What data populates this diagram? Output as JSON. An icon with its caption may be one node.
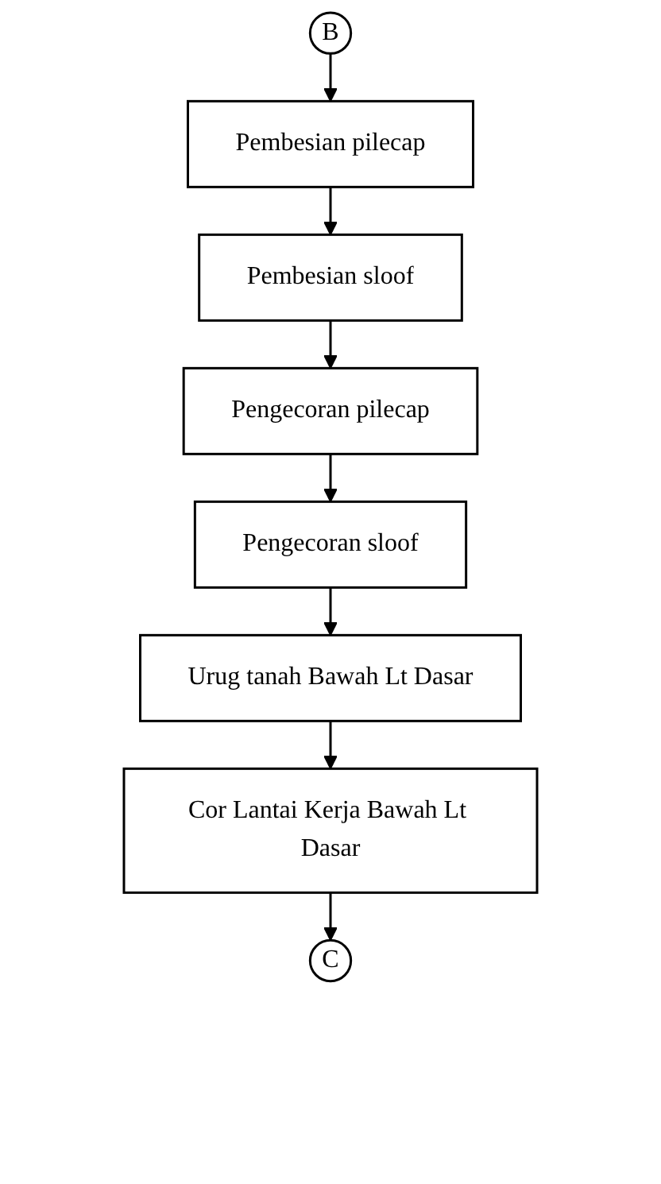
{
  "diagram": {
    "nodes": [
      {
        "text": [
          "B"
        ]
      },
      {
        "text": [
          "Pembesian pilecap"
        ]
      },
      {
        "text": [
          "Pembesian sloof"
        ]
      },
      {
        "text": [
          "Pengecoran pilecap"
        ]
      },
      {
        "text": [
          "Pengecoran sloof"
        ]
      },
      {
        "text": [
          "Urug tanah Bawah Lt Dasar"
        ]
      },
      {
        "text": [
          "Cor Lantai Kerja Bawah Lt Dasar"
        ]
      },
      {
        "text": [
          "C"
        ]
      }
    ],
    "edges": [
      {
        "from": 0,
        "to": 1,
        "arrow": "to"
      },
      {
        "from": 1,
        "to": 2,
        "arrow": "to"
      },
      {
        "from": 2,
        "to": 3,
        "arrow": "to"
      },
      {
        "from": 3,
        "to": 4,
        "arrow": "to"
      },
      {
        "from": 4,
        "to": 5,
        "arrow": "to"
      },
      {
        "from": 5,
        "to": 6,
        "arrow": "to"
      },
      {
        "from": 6,
        "to": 7,
        "arrow": "to"
      }
    ]
  }
}
